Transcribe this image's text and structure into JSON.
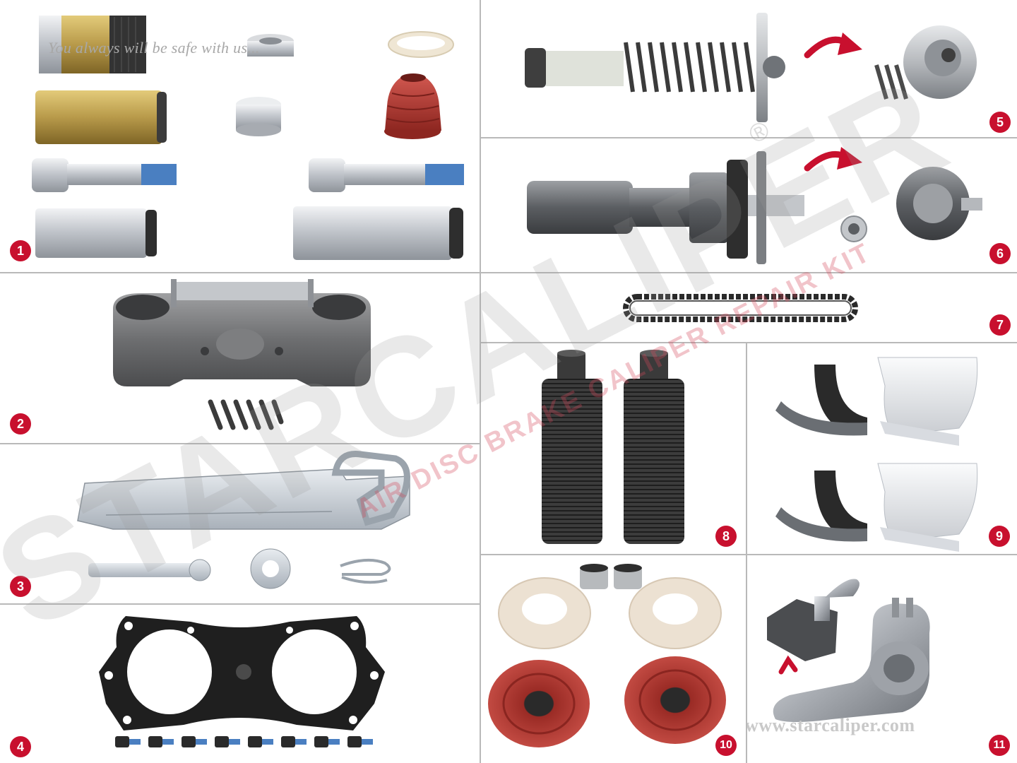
{
  "tagline": "You always will be safe with us...",
  "website": "www.starcaliper.com",
  "watermark": {
    "brand": "STARCALIPER",
    "registered": "®",
    "subtitle": "AIR DISC BRAKE CALIPER REPAIR KIT"
  },
  "panels": [
    {
      "number": "1"
    },
    {
      "number": "2"
    },
    {
      "number": "3"
    },
    {
      "number": "4"
    },
    {
      "number": "5"
    },
    {
      "number": "6"
    },
    {
      "number": "7"
    },
    {
      "number": "8"
    },
    {
      "number": "9"
    },
    {
      "number": "10"
    },
    {
      "number": "11"
    }
  ],
  "colors": {
    "badge": "#c8102e",
    "divider": "#b9b9b9",
    "rubber_red": "#b5322c",
    "brass": "#b89a4a",
    "steel": "#c9ccd1",
    "dark_steel": "#3e3e3e",
    "cream": "#efe6d4",
    "blue_thread": "#4a7fc1"
  }
}
